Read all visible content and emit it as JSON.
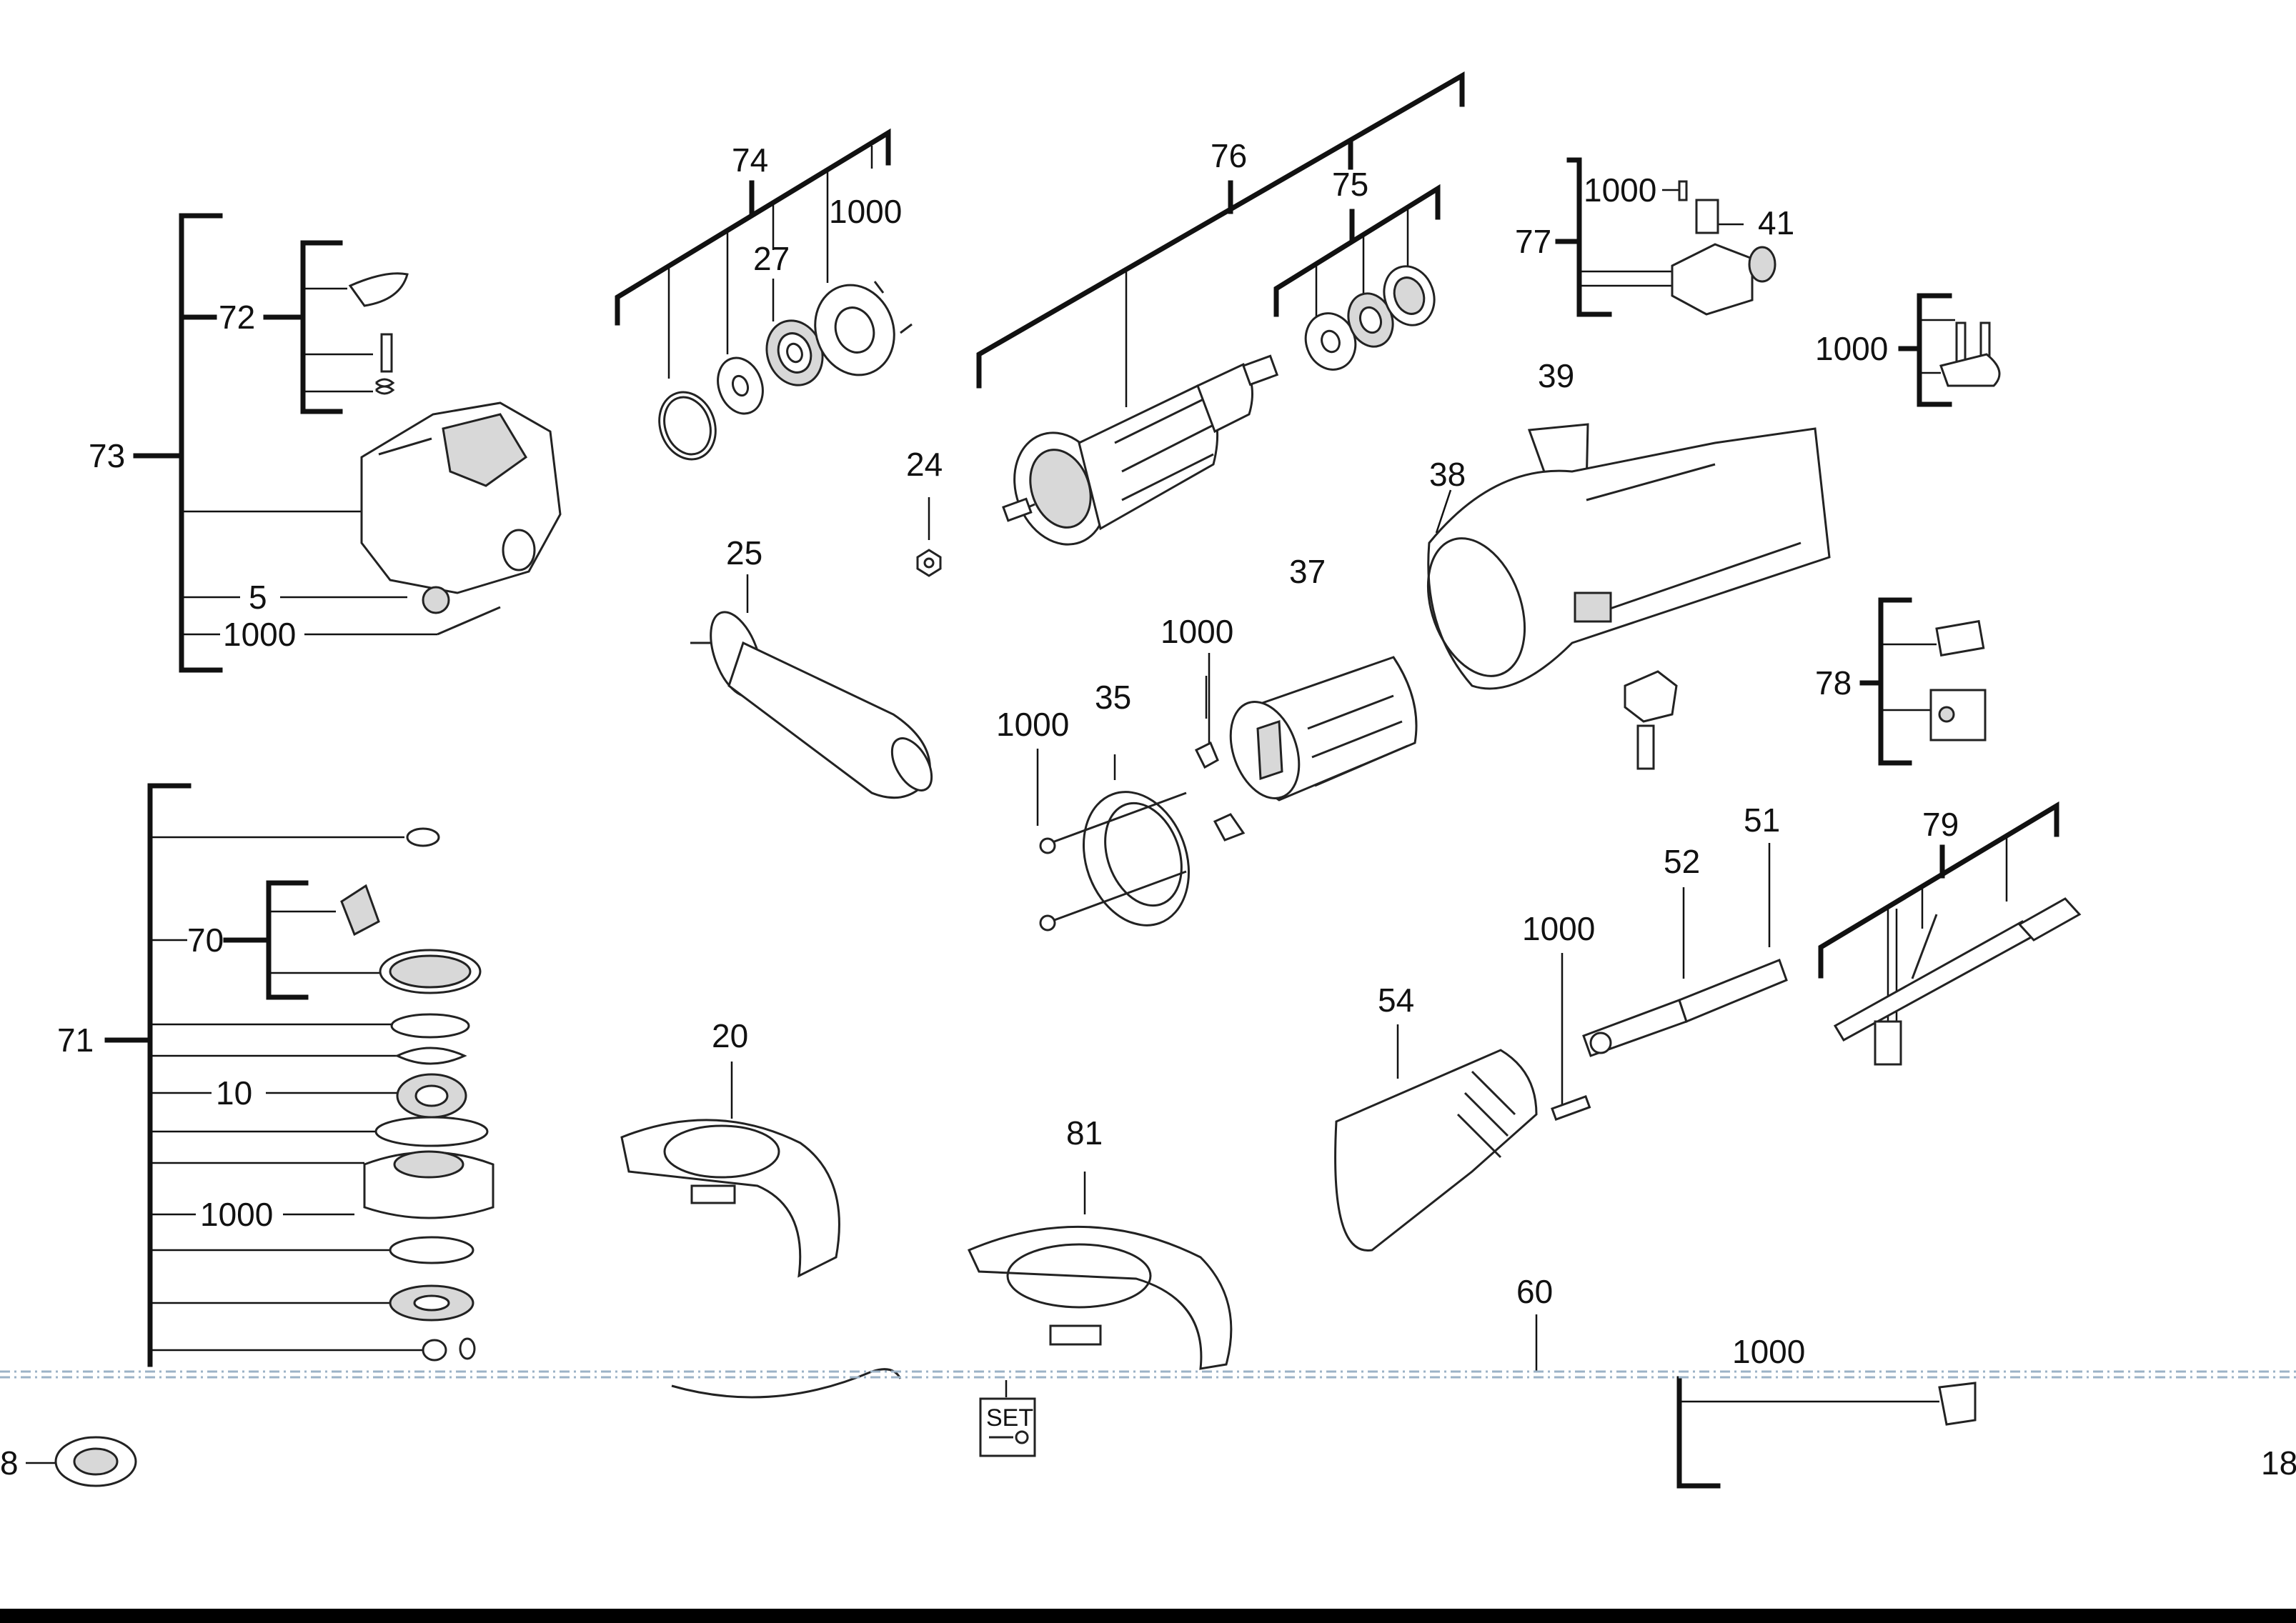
{
  "diagram": {
    "callouts": {
      "c74": "74",
      "c76": "76",
      "c75": "75",
      "c77": "77",
      "c41": "41",
      "c27": "27",
      "c1000_a": "1000",
      "c1000_b": "1000",
      "c1000_c": "1000",
      "c73": "73",
      "c72": "72",
      "c5": "5",
      "c1000_d": "1000",
      "c24": "24",
      "c25": "25",
      "c39": "39",
      "c38": "38",
      "c37": "37",
      "c1000_e": "1000",
      "c35": "35",
      "c1000_f": "1000",
      "c78": "78",
      "c79": "79",
      "c51": "51",
      "c52": "52",
      "c1000_g": "1000",
      "c54": "54",
      "c71": "71",
      "c70": "70",
      "c10": "10",
      "c1000_h": "1000",
      "c20": "20",
      "c81": "81",
      "c60": "60",
      "c1000_i": "1000",
      "c18": "18",
      "c8": "8",
      "set": "SET"
    }
  }
}
